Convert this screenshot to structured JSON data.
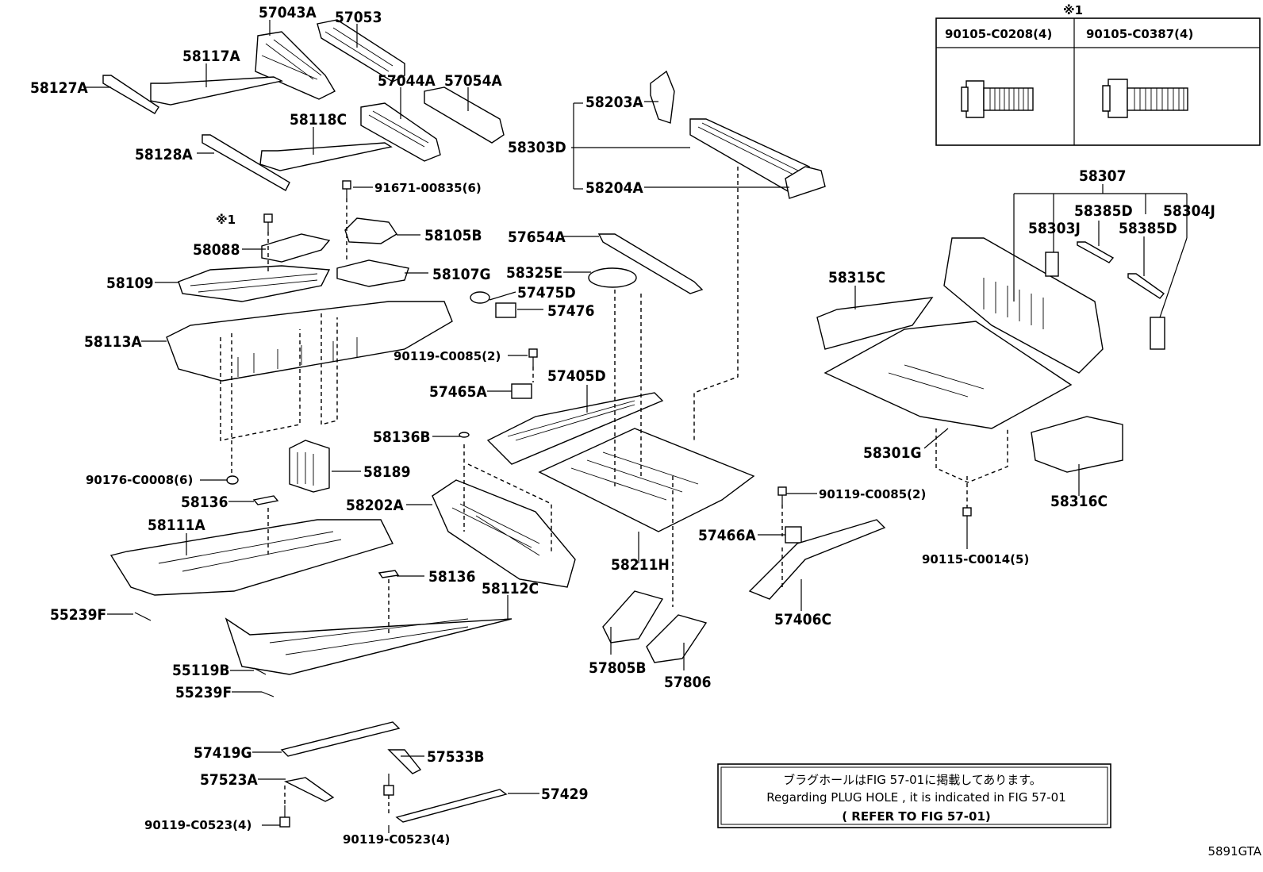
{
  "figure_code": "5891GTA",
  "labels": {
    "p57043A": "57043A",
    "p57053": "57053",
    "p58117A": "58117A",
    "p58127A": "58127A",
    "p57044A": "57044A",
    "p57054A": "57054A",
    "p58118C": "58118C",
    "p58128A": "58128A",
    "p91671": "91671-00835(6)",
    "p58105B": "58105B",
    "pNote1": "※1",
    "p58088": "58088",
    "p58109": "58109",
    "p58107G": "58107G",
    "p58113A": "58113A",
    "p58203A": "58203A",
    "p58303D": "58303D",
    "p58204A": "58204A",
    "p57654A": "57654A",
    "p58325E": "58325E",
    "p57475D": "57475D",
    "p57476": "57476",
    "p90119a": "90119-C0085(2)",
    "p57405D": "57405D",
    "p57465A": "57465A",
    "p58136B": "58136B",
    "p90176": "90176-C0008(6)",
    "p58189": "58189",
    "p58136a": "58136",
    "p58202A": "58202A",
    "p58111A": "58111A",
    "p58136b": "58136",
    "p58112C": "58112C",
    "p58211H": "58211H",
    "p55239F_a": "55239F",
    "p55119B": "55119B",
    "p55239F_b": "55239F",
    "p57805B": "57805B",
    "p57806": "57806",
    "p58307": "58307",
    "p58385D_a": "58385D",
    "p58304J": "58304J",
    "p58303J": "58303J",
    "p58385D_b": "58385D",
    "p58315C": "58315C",
    "p58301G": "58301G",
    "p58316C": "58316C",
    "p90119b": "90119-C0085(2)",
    "p57466A": "57466A",
    "p90115": "90115-C0014(5)",
    "p57406C": "57406C",
    "p57419G": "57419G",
    "p57533B": "57533B",
    "p57523A": "57523A",
    "p57429": "57429",
    "p90119c": "90119-C0523(4)",
    "p90119d": "90119-C0523(4)"
  },
  "bolt_table": {
    "mark": "※1",
    "col1": "90105-C0208(4)",
    "col2": "90105-C0387(4)"
  },
  "note": {
    "line1": "ブラグホールはFIG 57-01に掲載してあります。",
    "line2": "Regarding  PLUG  HOLE , it is indicated in FIG  57-01",
    "line3": "( REFER  TO FIG 57-01)"
  }
}
